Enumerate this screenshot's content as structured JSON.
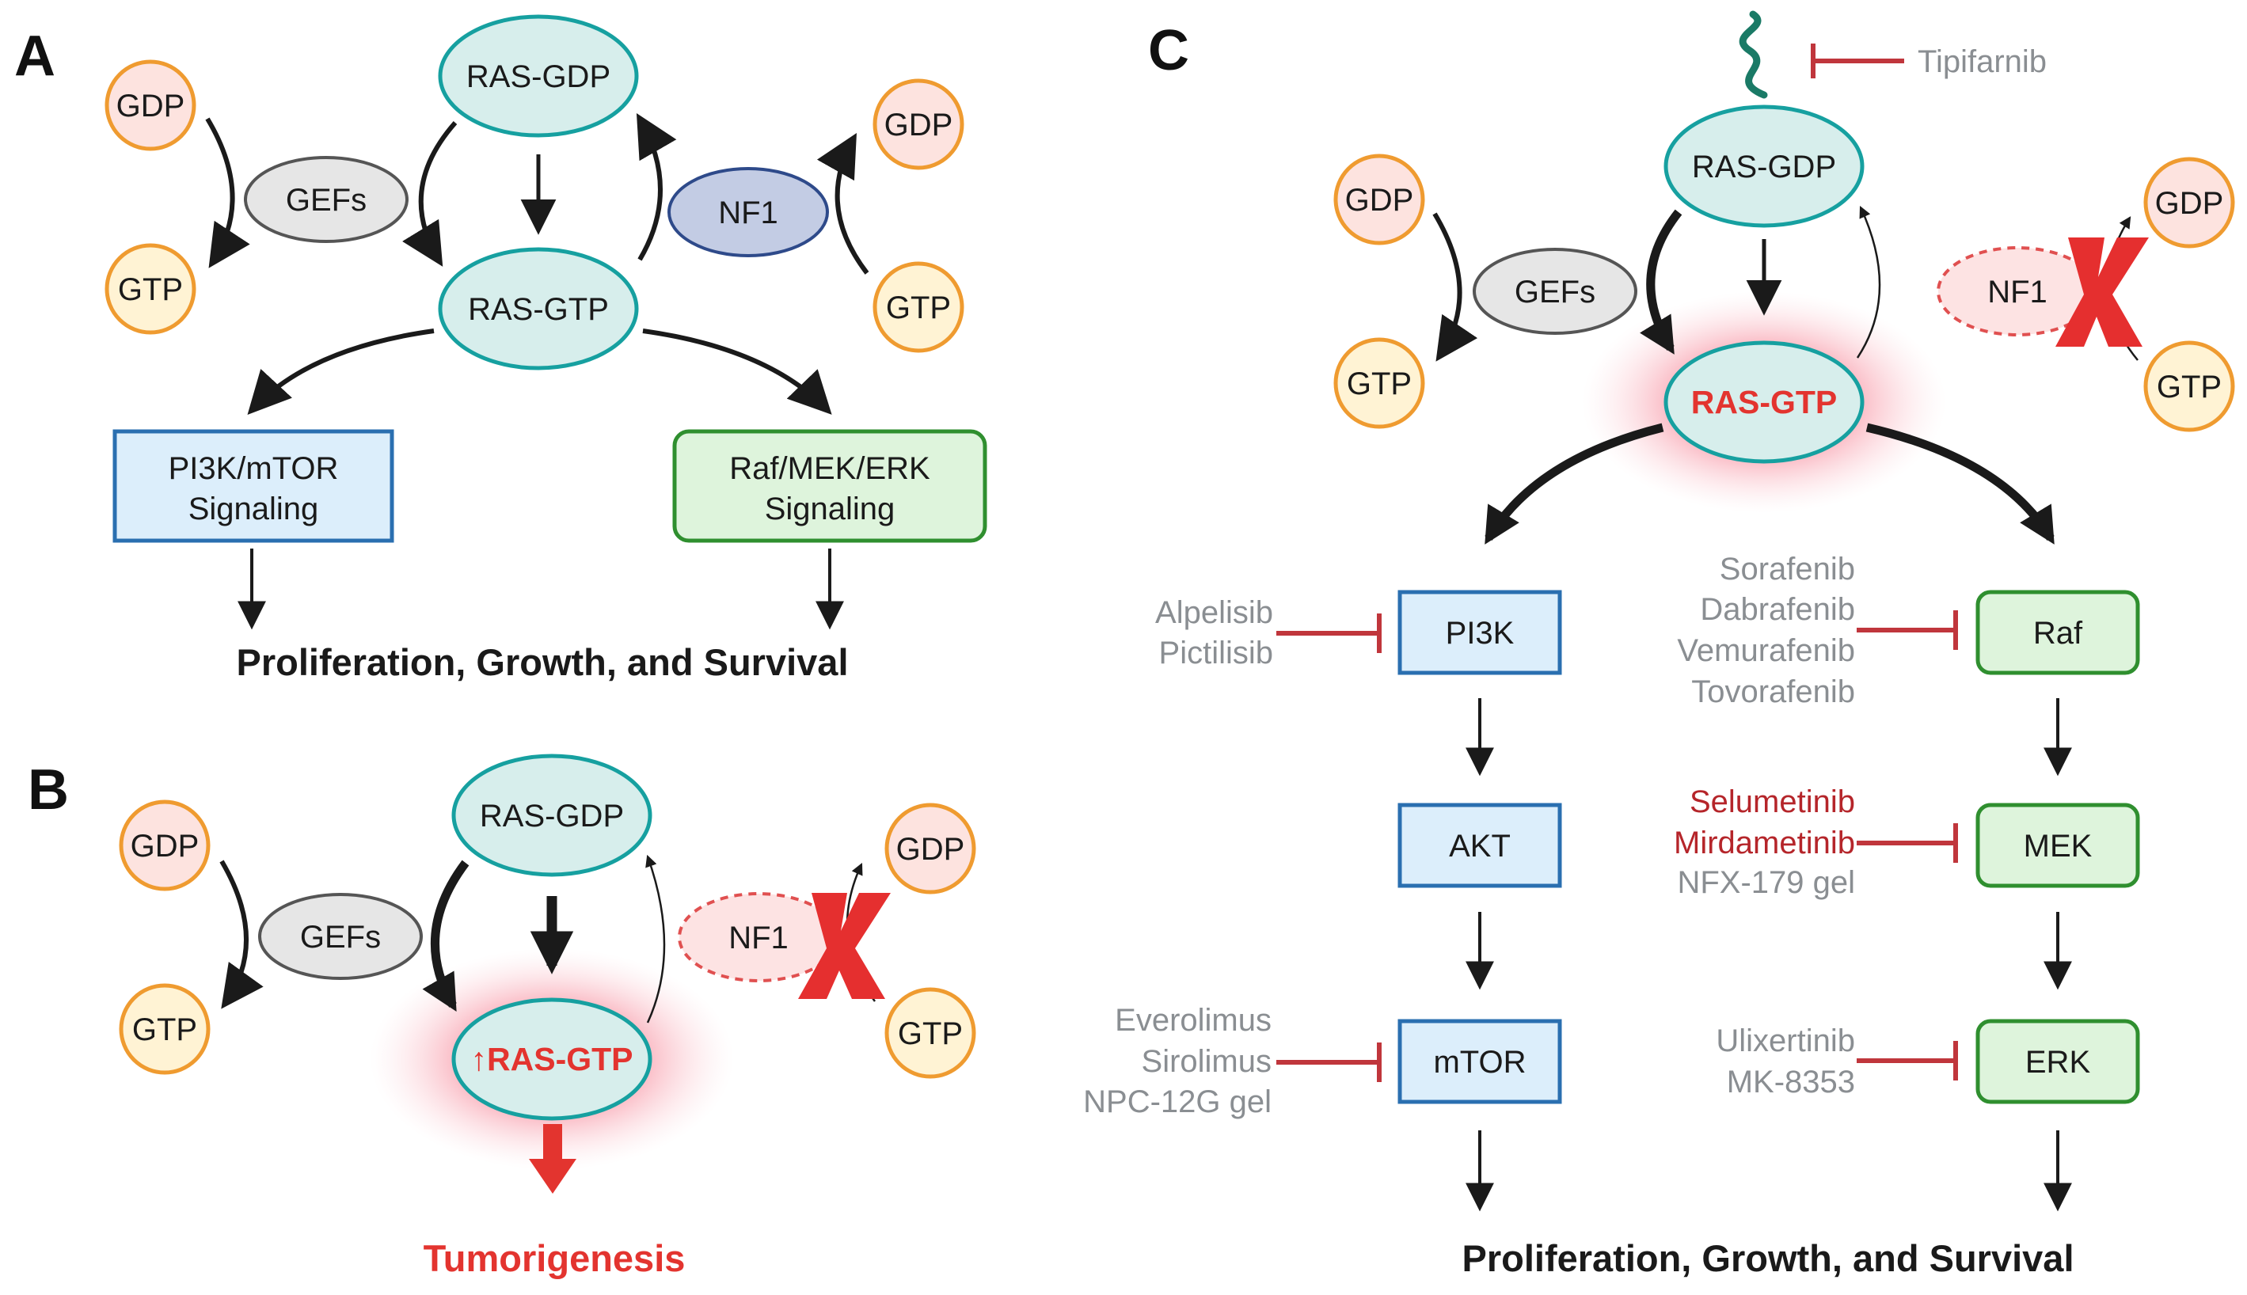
{
  "panels": {
    "a": "A",
    "b": "B",
    "c": "C"
  },
  "nodes": {
    "ras_gdp": "RAS-GDP",
    "ras_gtp": "RAS-GTP",
    "ras_gtp_up": "↑RAS-GTP",
    "gdp": "GDP",
    "gtp": "GTP",
    "gefs": "GEFs",
    "nf1": "NF1",
    "pi3k_mtor_1": "PI3K/mTOR",
    "pi3k_mtor_2": "Signaling",
    "raf_mek_erk_1": "Raf/MEK/ERK",
    "raf_mek_erk_2": "Signaling",
    "pi3k": "PI3K",
    "akt": "AKT",
    "mtor": "mTOR",
    "raf": "Raf",
    "mek": "MEK",
    "erk": "ERK"
  },
  "outcomes": {
    "proliferation": "Proliferation, Growth, and Survival",
    "tumorigenesis": "Tumorigenesis"
  },
  "drugs": {
    "farnesyl": [
      "Tipifarnib"
    ],
    "pi3k": [
      "Alpelisib",
      "Pictilisib"
    ],
    "mtor": [
      "Everolimus",
      "Sirolimus",
      "NPC-12G gel"
    ],
    "raf": [
      "Sorafenib",
      "Dabrafenib",
      "Vemurafenib",
      "Tovorafenib"
    ],
    "mek": [
      "Selumetinib",
      "Mirdametinib",
      "NFX-179 gel"
    ],
    "erk": [
      "Ulixertinib",
      "MK-8353"
    ]
  },
  "colors": {
    "ras_fill": "#d7eeec",
    "ras_stroke": "#16a0a0",
    "gdp_fill": "#fde3df",
    "gdp_stroke": "#ef9b30",
    "gtp_fill": "#fff3d4",
    "gtp_stroke": "#ef9b30",
    "gef_fill": "#e6e6e6",
    "gef_stroke": "#555555",
    "nf1_fill": "#c3cce4",
    "nf1_stroke": "#2e4a8a",
    "nf1_lost_fill": "#fde3e3",
    "nf1_lost_stroke": "#e05050",
    "blue_box_fill": "#dceefb",
    "blue_box_stroke": "#2a6fb0",
    "green_box_fill": "#def4dc",
    "green_box_stroke": "#2f8f2f",
    "inhibitor": "#c0363c",
    "loss_x": "#e52f2f",
    "glow": "#f04e6a",
    "tail": "#1a7a66"
  }
}
